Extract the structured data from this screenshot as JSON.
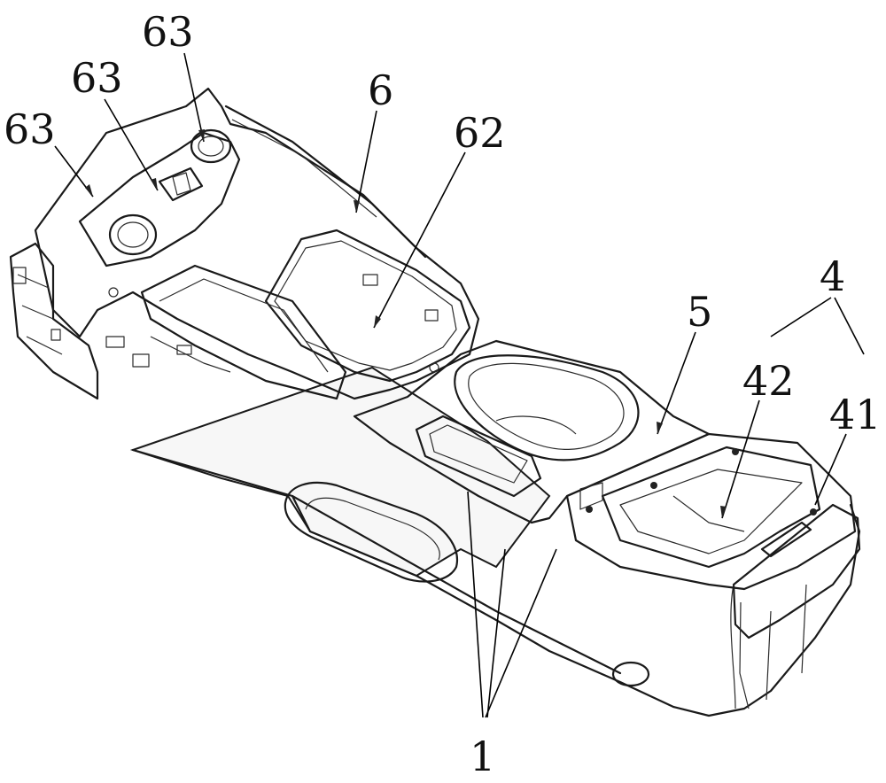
{
  "labels": {
    "ref_63_a": "63",
    "ref_63_b": "63",
    "ref_63_c": "63",
    "ref_6": "6",
    "ref_62": "62",
    "ref_4": "4",
    "ref_5": "5",
    "ref_42": "42",
    "ref_41": "41",
    "ref_1": "1"
  }
}
